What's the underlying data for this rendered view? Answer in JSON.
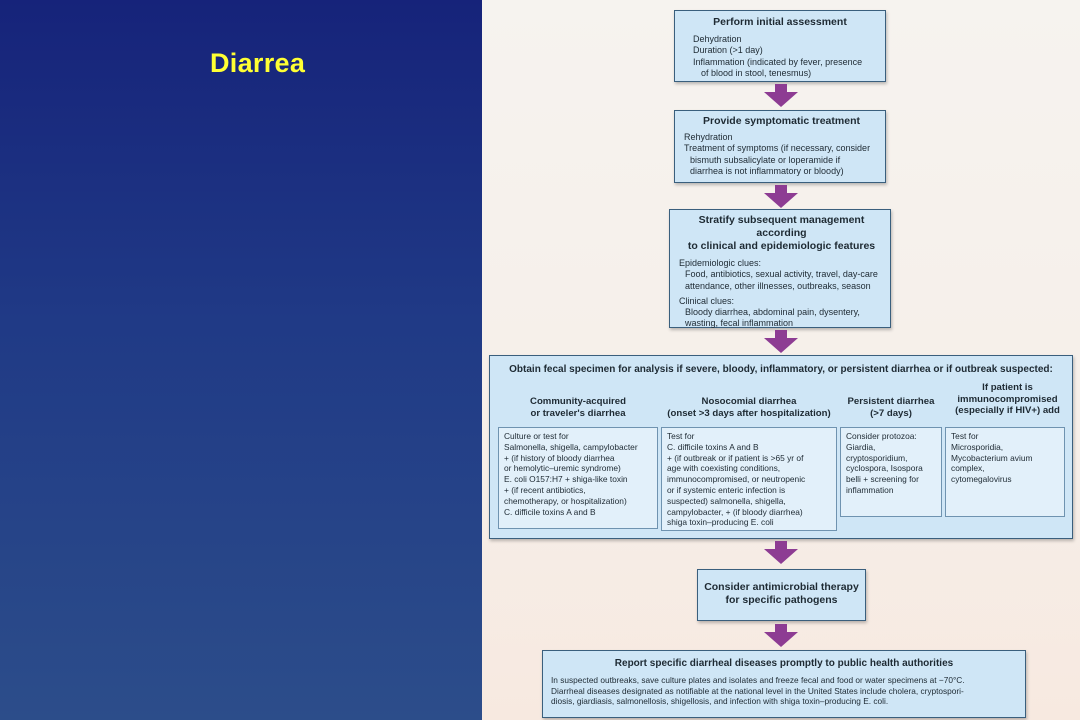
{
  "slide": {
    "title": "Diarrea"
  },
  "flowchart": {
    "step1": {
      "title": "Perform initial assessment",
      "lines": [
        "Dehydration",
        "Duration (>1 day)",
        "Inflammation (indicated by fever, presence",
        "of blood in stool, tenesmus)"
      ]
    },
    "step2": {
      "title": "Provide symptomatic treatment",
      "lines": [
        "Rehydration",
        "Treatment of symptoms (if necessary, consider",
        "bismuth subsalicylate or loperamide if",
        "diarrhea is not inflammatory or bloody)"
      ]
    },
    "step3": {
      "title_line1": "Stratify subsequent management according",
      "title_line2": "to clinical and epidemiologic features",
      "epi_label": "Epidemiologic clues:",
      "epi_lines": [
        "Food, antibiotics, sexual activity, travel, day-care",
        "attendance, other illnesses, outbreaks, season"
      ],
      "clin_label": "Clinical clues:",
      "clin_lines": [
        "Bloody diarrhea, abdominal pain, dysentery,",
        "wasting, fecal inflammation"
      ]
    },
    "step4": {
      "title": "Obtain fecal specimen for analysis if severe, bloody, inflammatory, or persistent diarrhea or if outbreak suspected:",
      "columns": [
        {
          "head1": "Community-acquired",
          "head2": "or traveler's diarrhea",
          "lines": [
            "Culture or test for",
            " Salmonella, shigella, campylobacter",
            " + (if history of bloody diarrhea",
            " or hemolytic–uremic syndrome)",
            " E. coli O157:H7 + shiga-like toxin",
            " + (if recent antibiotics,",
            " chemotherapy, or hospitalization)",
            " C. difficile toxins A and B"
          ]
        },
        {
          "head1": "Nosocomial diarrhea",
          "head2": "(onset >3 days after hospitalization)",
          "lines": [
            "Test for",
            " C. difficile toxins A and B",
            " + (if outbreak or if patient is >65 yr of",
            " age with coexisting conditions,",
            " immunocompromised, or neutropenic",
            " or if systemic enteric infection is",
            " suspected) salmonella, shigella,",
            " campylobacter, + (if bloody diarrhea)",
            " shiga toxin–producing E. coli"
          ]
        },
        {
          "head1": "Persistent diarrhea",
          "head2": "(>7 days)",
          "lines": [
            "Consider protozoa:",
            " Giardia,",
            " cryptosporidium,",
            " cyclospora, Isospora",
            " belli + screening for",
            " inflammation"
          ]
        },
        {
          "head1": "If patient is",
          "head2": "immunocompromised",
          "head3": "(especially if HIV+) add",
          "lines": [
            "Test for",
            " Microsporidia,",
            " Mycobacterium avium",
            " complex,",
            " cytomegalovirus"
          ]
        }
      ]
    },
    "step5": {
      "title_line1": "Consider antimicrobial therapy",
      "title_line2": "for specific pathogens"
    },
    "step6": {
      "title": "Report specific diarrheal diseases promptly to public health authorities",
      "lines": [
        "In suspected outbreaks, save culture plates and isolates and freeze fecal and food or water specimens at −70°C.",
        "Diarrheal diseases designated as notifiable at the national level in the United States include cholera, cryptospori-",
        "diosis, giardiasis, salmonellosis, shigellosis, and infection with shiga toxin–producing E. coli."
      ]
    }
  }
}
